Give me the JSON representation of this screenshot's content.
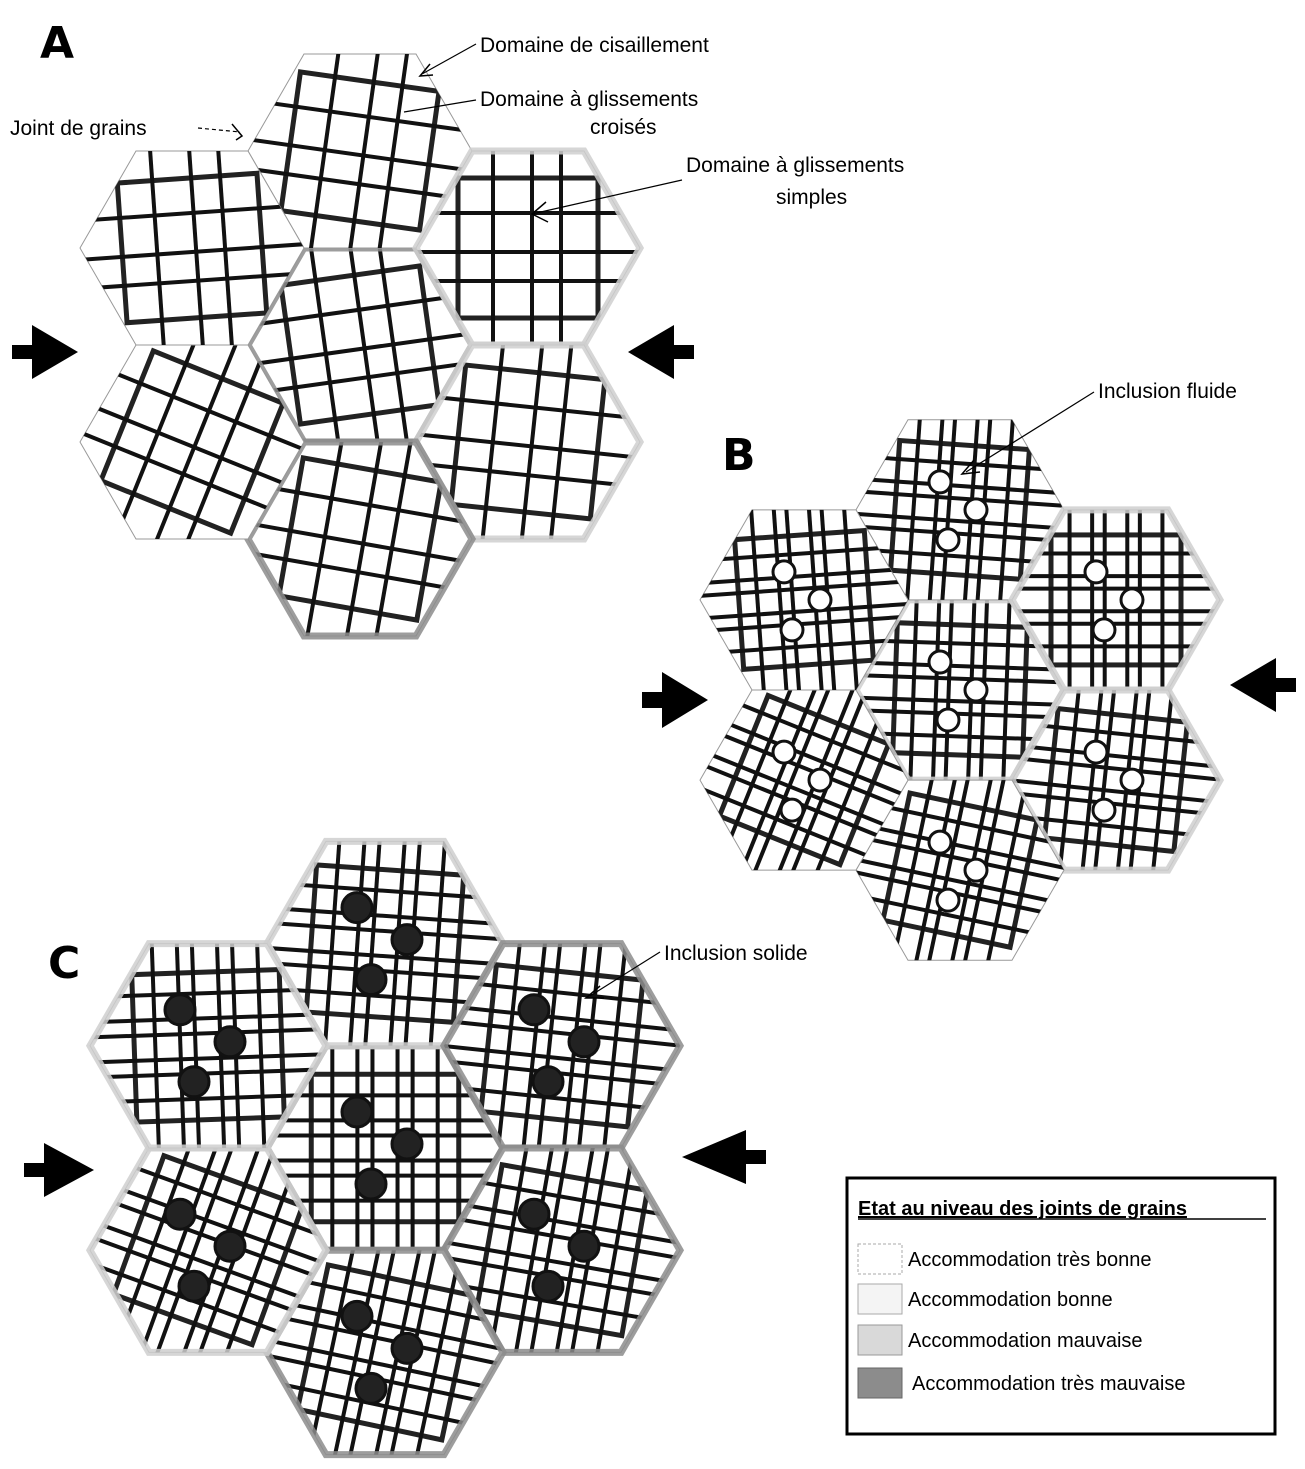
{
  "panels": [
    {
      "letter": "A",
      "annotations": {
        "shear_domain": "Domaine de cisaillement",
        "cross_slip_domain_line1": "Domaine à glissements",
        "cross_slip_domain_line2": "croisés",
        "grain_boundary": "Joint de grains",
        "simple_slip_domain_line1": "Domaine à glissements",
        "simple_slip_domain_line2": "simples"
      }
    },
    {
      "letter": "B",
      "annotations": {
        "fluid_inclusion": "Inclusion fluide"
      }
    },
    {
      "letter": "C",
      "annotations": {
        "solid_inclusion": "Inclusion solide"
      }
    }
  ],
  "legend": {
    "title": "Etat au niveau des joints de grains",
    "items": [
      {
        "label": "Accommodation très bonne",
        "color": "#ffffff"
      },
      {
        "label": "Accommodation bonne",
        "color": "#f4f4f4"
      },
      {
        "label": "Accommodation mauvaise",
        "color": "#d9d9d9"
      },
      {
        "label": "Accommodation très mauvaise",
        "color": "#8c8c8c"
      }
    ]
  },
  "colors": {
    "slip_line": "#111111",
    "grain_outline": "#222222",
    "bad_boundary": "#8c8c8c",
    "medium_boundary": "#cfcfcf",
    "arrow": "#000000",
    "inclusion_solid": "#222222",
    "inclusion_fluid": "#ffffff"
  },
  "icons": {
    "compression_arrow": "arrow-icon"
  }
}
